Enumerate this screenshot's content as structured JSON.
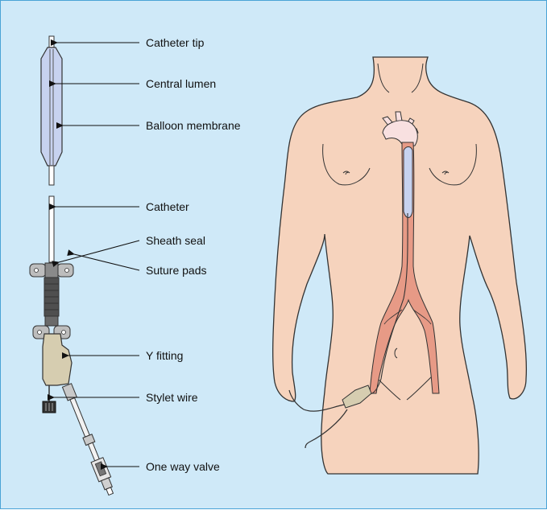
{
  "labels": {
    "catheter_tip": "Catheter tip",
    "central_lumen": "Central lumen",
    "balloon_membrane": "Balloon membrane",
    "catheter": "Catheter",
    "sheath_seal": "Sheath seal",
    "suture_pads": "Suture pads",
    "y_fitting": "Y fitting",
    "stylet_wire": "Stylet wire",
    "one_way_valve": "One way valve"
  },
  "colors": {
    "background": "#cfe9f8",
    "frame_border": "#4aa3d6",
    "skin": "#f6d3bd",
    "balloon": "#c7d2ef",
    "aorta": "#e79a86",
    "fitting": "#d6cdb0",
    "device": "#6f6f6f"
  }
}
